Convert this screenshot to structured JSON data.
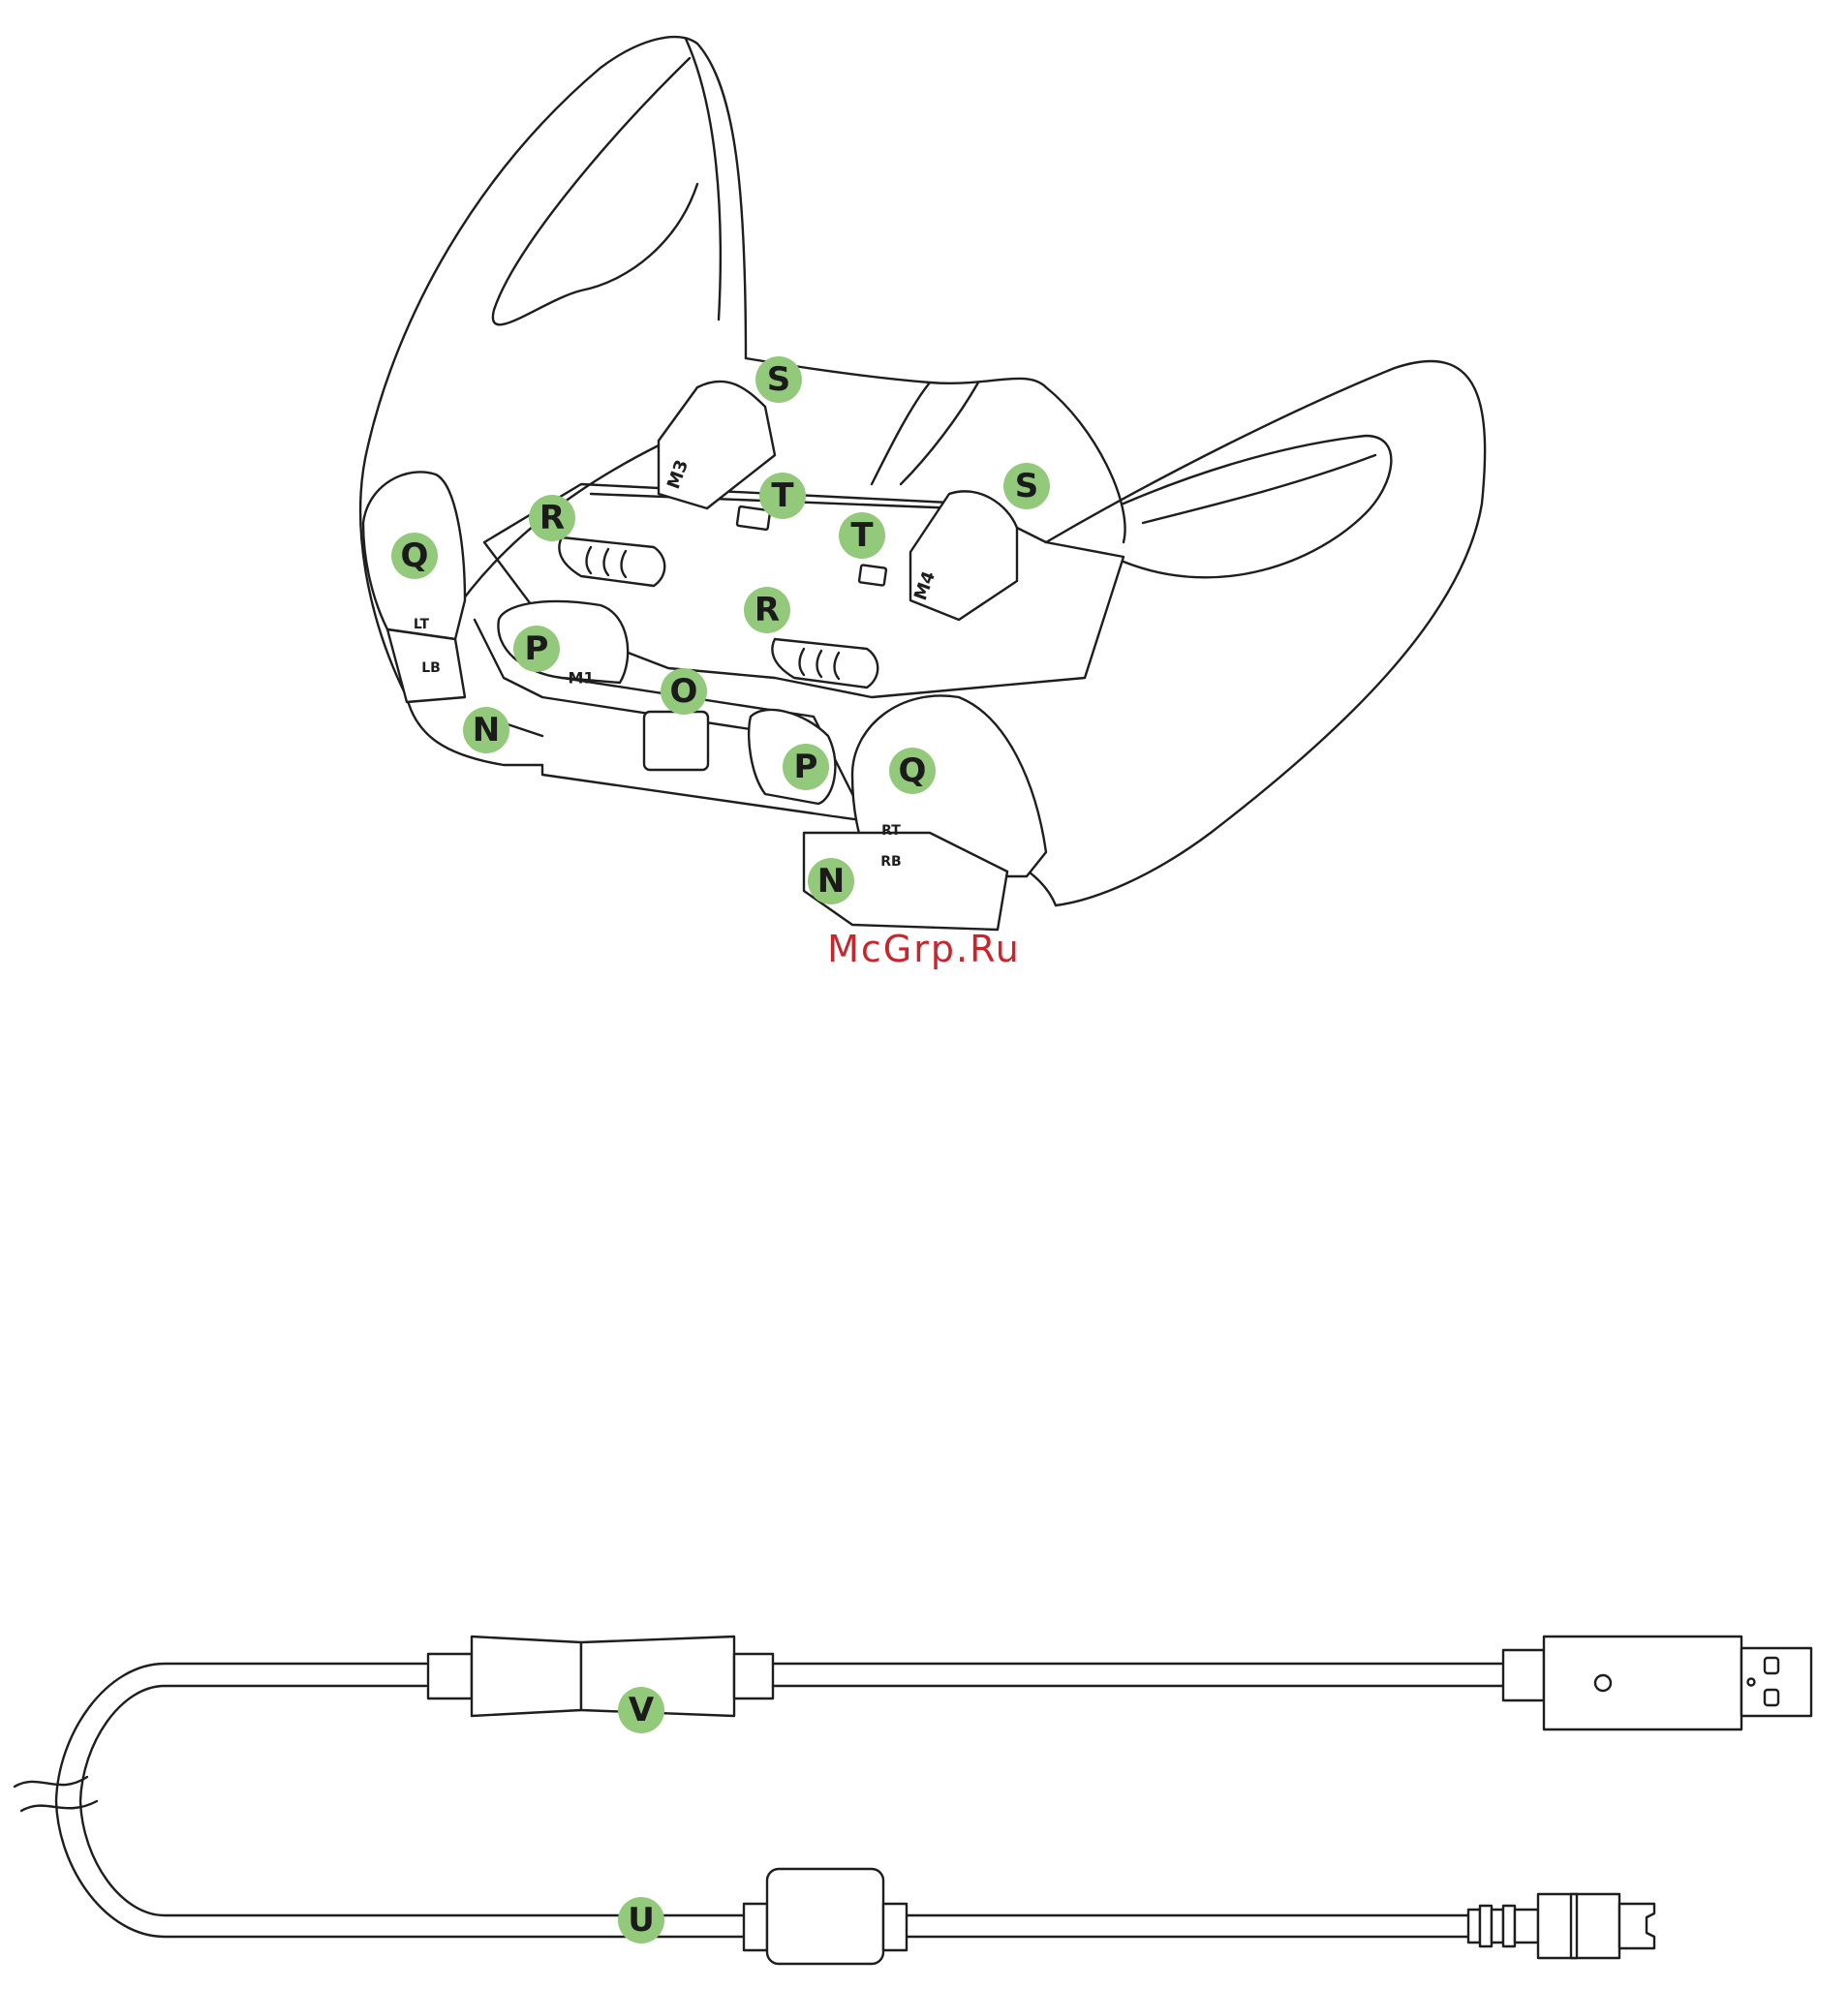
{
  "colors": {
    "callout": "#93c97a",
    "line": "#1e1e1e",
    "watermark": "#c7272c"
  },
  "controller": {
    "button_labels": {
      "lt": "LT",
      "lb": "LB",
      "rt": "RT",
      "rb": "RB",
      "m1": "M1",
      "m3": "M3",
      "m4": "M4"
    },
    "callouts": {
      "n_left": "N",
      "n_right": "N",
      "o": "O",
      "p_left": "P",
      "p_right": "P",
      "q_left": "Q",
      "q_right": "Q",
      "r_left": "R",
      "r_right": "R",
      "s_left": "S",
      "s_right": "S",
      "t_left": "T",
      "t_right": "T"
    }
  },
  "watermark": "McGrp.Ru",
  "cable": {
    "callouts": {
      "u": "U",
      "v": "V"
    }
  }
}
